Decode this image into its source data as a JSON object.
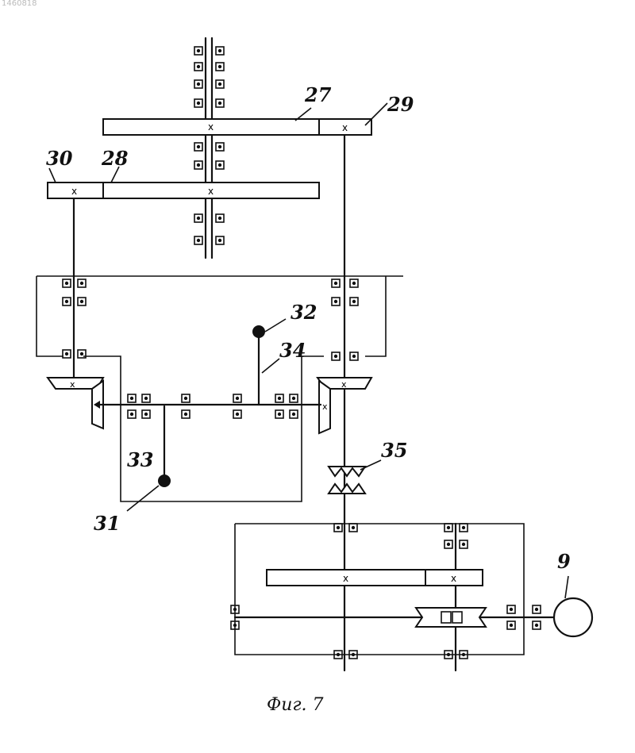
{
  "doc_ref": "1460818",
  "caption": "Фиг. 7",
  "labels": {
    "l27": "27",
    "l28": "28",
    "l29": "29",
    "l30": "30",
    "l31": "31",
    "l32": "32",
    "l33": "33",
    "l34": "34",
    "l35": "35",
    "l9": "9"
  }
}
